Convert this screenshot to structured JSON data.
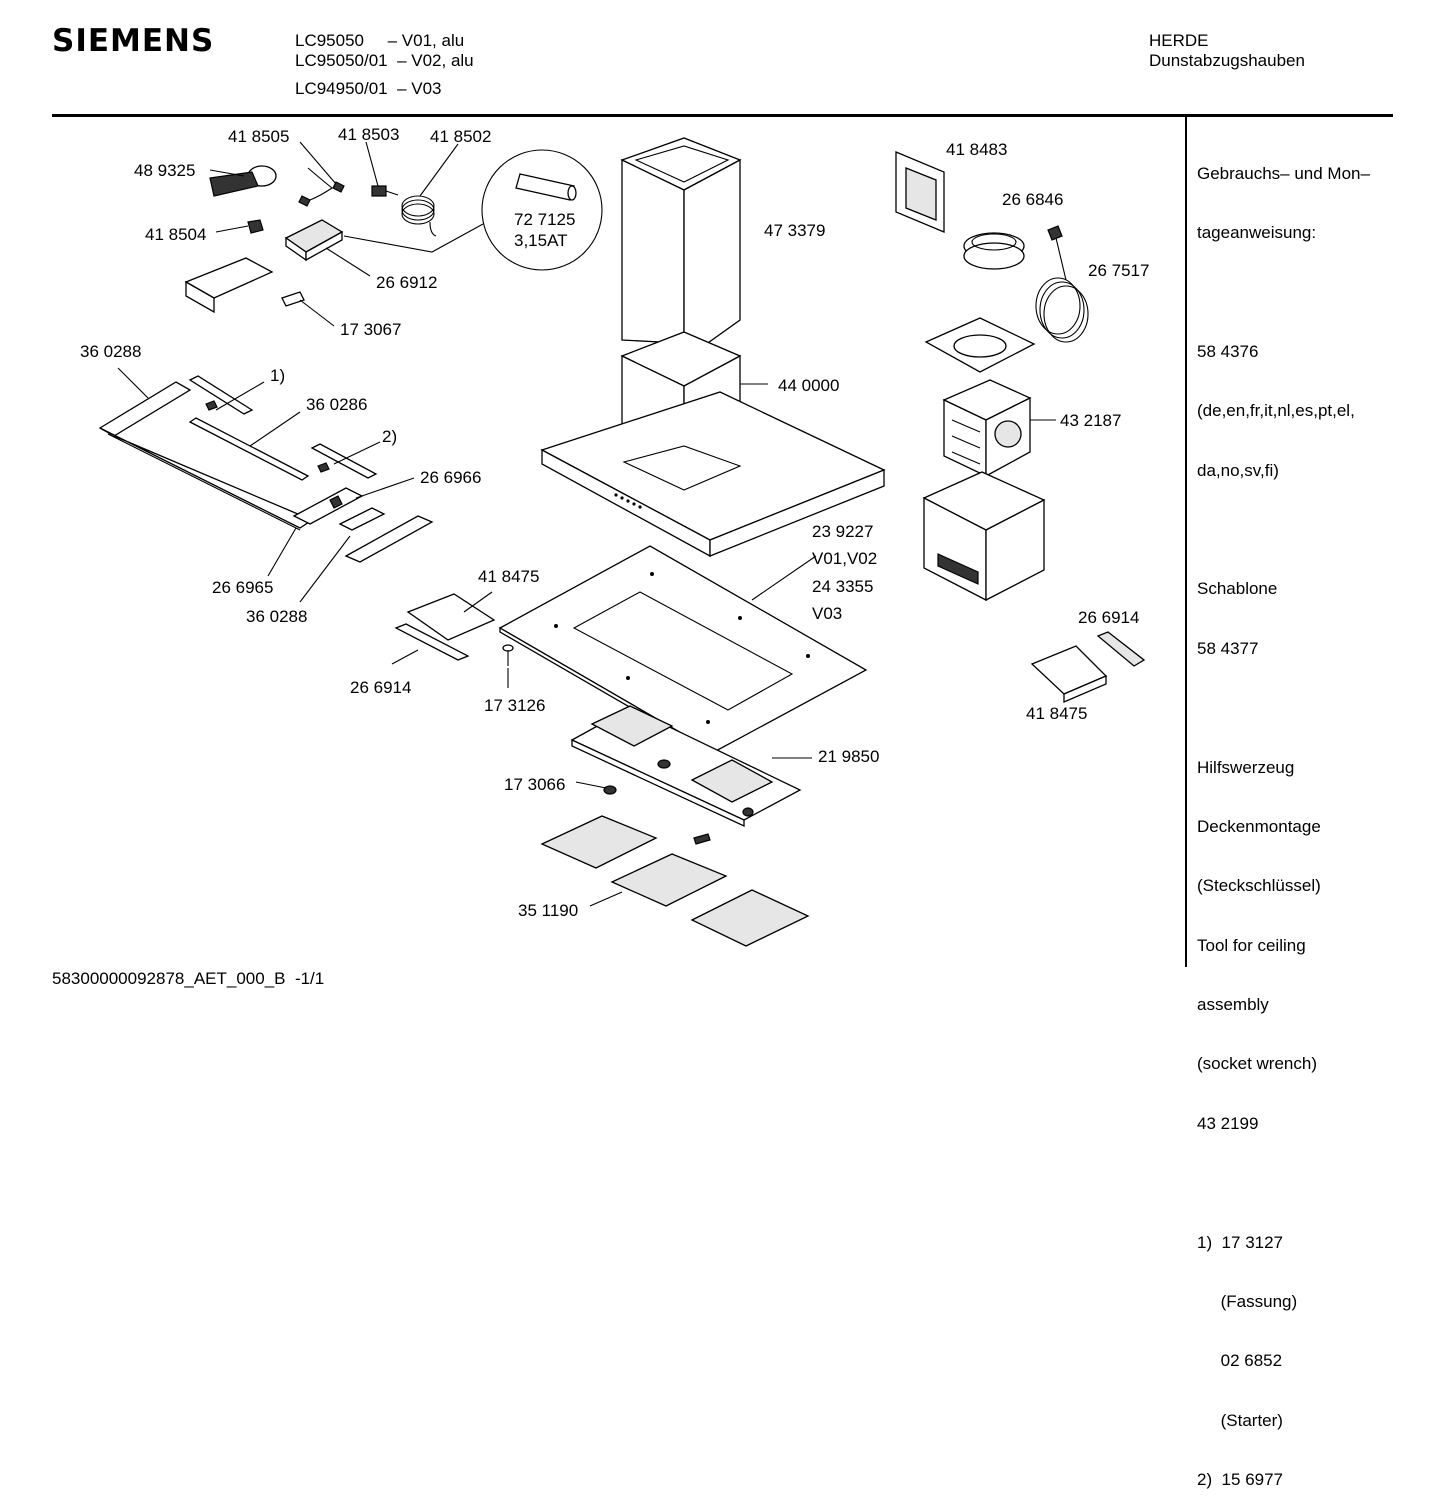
{
  "brand": "SIEMENS",
  "header": {
    "models": [
      "LC95050     – V01, alu",
      "LC95050/01  – V02, alu",
      "LC94950/01  – V03"
    ],
    "category": "HERDE",
    "subcategory": "Dunstabzugshauben"
  },
  "side_notes": [
    "Gebrauchs– und Mon–",
    "tageanweisung:",
    "",
    "58 4376",
    "(de,en,fr,it,nl,es,pt,el,",
    "da,no,sv,fi)",
    "",
    "Schablone",
    "58 4377",
    "",
    "Hilfswerzeug",
    "Deckenmontage",
    "(Steckschlüssel)",
    "Tool for ceiling",
    "assembly",
    "(socket wrench)",
    "43 2199",
    "",
    "1)  17 3127",
    "     (Fassung)",
    "     02 6852",
    "     (Starter)",
    "2)  15 6977"
  ],
  "parts": {
    "p418505": "41 8505",
    "p418503": "41 8503",
    "p418502": "41 8502",
    "p489325": "48 9325",
    "p418504": "41 8504",
    "p727125": "72 7125",
    "fuse_rating": "3,15AT",
    "p266912": "26 6912",
    "p173067": "17 3067",
    "p473379": "47 3379",
    "p418483": "41 8483",
    "p266846": "26 6846",
    "p267517": "26 7517",
    "p360288_a": "36 0288",
    "note1": "1)",
    "p360286": "36 0286",
    "note2": "2)",
    "p440000": "44 0000",
    "p432187": "43 2187",
    "p266966": "26 6966",
    "p266965": "26 6965",
    "p360288_b": "36 0288",
    "p239227": "23 9227",
    "v0102": "V01,V02",
    "p243355": "24 3355",
    "v03": "V03",
    "p418475_a": "41 8475",
    "p266914_a": "26 6914",
    "p266914_b": "26 6914",
    "p418475_b": "41 8475",
    "p173126": "17 3126",
    "p219850": "21 9850",
    "p173066": "17 3066",
    "p351190": "35 1190"
  },
  "footer": "58300000092878_AET_000_B  -1/1"
}
